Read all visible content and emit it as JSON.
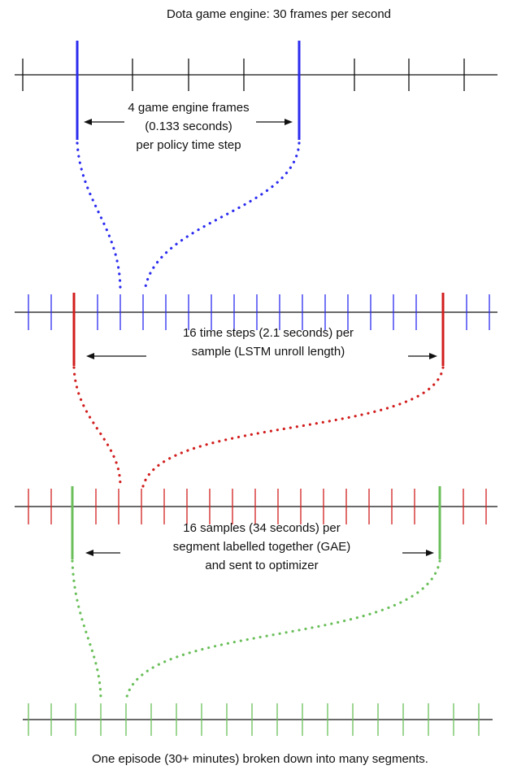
{
  "title": "Dota game engine: 30 frames per second",
  "footer": "One episode (30+ minutes) broken down into many segments.",
  "colors": {
    "black": "#111111",
    "blue": "#2b2bf0",
    "red": "#d21e1e",
    "green": "#6abf5a"
  },
  "levels": [
    {
      "id": "frames",
      "color": "black",
      "annotation": [
        "4 game engine frames",
        "(0.133 seconds)",
        "per policy time step"
      ]
    },
    {
      "id": "time-steps",
      "color": "blue",
      "annotation": [
        "16 time steps (2.1 seconds) per",
        "sample (LSTM unroll length)"
      ]
    },
    {
      "id": "samples",
      "color": "red",
      "annotation": [
        "16 samples (34 seconds) per",
        "segment labelled together (GAE)",
        "and sent to optimizer"
      ]
    },
    {
      "id": "segments",
      "color": "green",
      "annotation": []
    }
  ]
}
